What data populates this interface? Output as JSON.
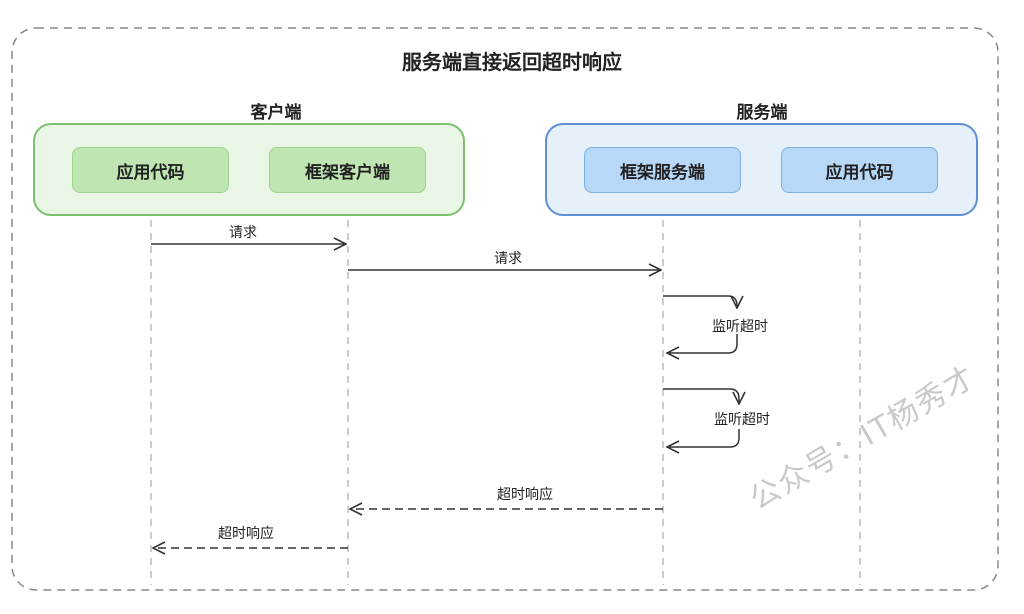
{
  "title": "服务端直接返回超时响应",
  "client_group": {
    "label": "客户端",
    "nodes": [
      "应用代码",
      "框架客户端"
    ]
  },
  "server_group": {
    "label": "服务端",
    "nodes": [
      "框架服务端",
      "应用代码"
    ]
  },
  "messages": [
    {
      "from": "应用代码",
      "to": "框架客户端",
      "label": "请求",
      "style": "solid"
    },
    {
      "from": "框架客户端",
      "to": "框架服务端",
      "label": "请求",
      "style": "solid"
    },
    {
      "from": "框架服务端",
      "to": "框架服务端",
      "label": "监听超时",
      "style": "self"
    },
    {
      "from": "框架服务端",
      "to": "框架服务端",
      "label": "监听超时",
      "style": "self"
    },
    {
      "from": "框架服务端",
      "to": "框架客户端",
      "label": "超时响应",
      "style": "dashed"
    },
    {
      "from": "框架客户端",
      "to": "应用代码",
      "label": "超时响应",
      "style": "dashed"
    }
  ],
  "watermark": "公众号：IT杨秀才"
}
